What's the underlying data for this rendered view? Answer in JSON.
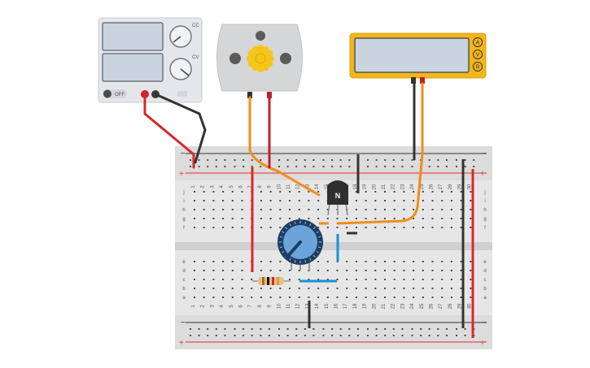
{
  "power_supply": {
    "off_label": "OFF",
    "knob_marks": [
      "CC",
      "CV"
    ],
    "colors": {
      "body": "#e4e6ea",
      "display": "#c9d4df",
      "pos": "#d01f2a",
      "neg": "#3a3a3a"
    }
  },
  "motor": {
    "colors": {
      "body": "#d5d6d8",
      "gear": "#f5c518"
    }
  },
  "multimeter": {
    "mode_buttons": [
      "A",
      "V",
      "R"
    ],
    "colors": {
      "body": "#f2b61a",
      "display": "#c9d4df",
      "button": "#f2b61a"
    }
  },
  "transistor": {
    "label": "N"
  },
  "breadboard": {
    "row_letters_top": [
      "j",
      "i",
      "h",
      "g",
      "f"
    ],
    "row_letters_bottom": [
      "e",
      "d",
      "c",
      "b",
      "a"
    ],
    "rail_minus": "−",
    "rail_plus": "+",
    "column_count": 30,
    "colors": {
      "body": "#e6e6e6",
      "hole": "#4a4a4a",
      "red_line": "#e03030",
      "black_line": "#333333"
    }
  },
  "wires": {
    "red": "#d42a2a",
    "black": "#333333",
    "orange": "#f08c1a",
    "blue": "#1a8fd8"
  },
  "resistor": {
    "bands": [
      "#b5651d",
      "#111111",
      "#d42a2a",
      "#c8a04b"
    ]
  }
}
